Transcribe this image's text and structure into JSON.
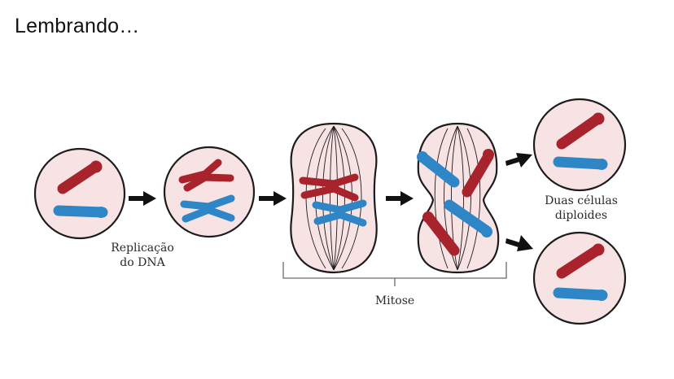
{
  "slide": {
    "title": "Lembrando…"
  },
  "diagram": {
    "labels": {
      "replication_line1": "Replicação",
      "replication_line2": "do DNA",
      "mitosis": "Mitose",
      "daughter_line1": "Duas células",
      "daughter_line2": "diploides"
    },
    "colors": {
      "red_chromosome": "#a8232b",
      "blue_chromosome": "#2f86c6",
      "cell_fill": "#f8e3e4",
      "cell_outline": "#1c1c1c",
      "arrow": "#111111"
    }
  }
}
